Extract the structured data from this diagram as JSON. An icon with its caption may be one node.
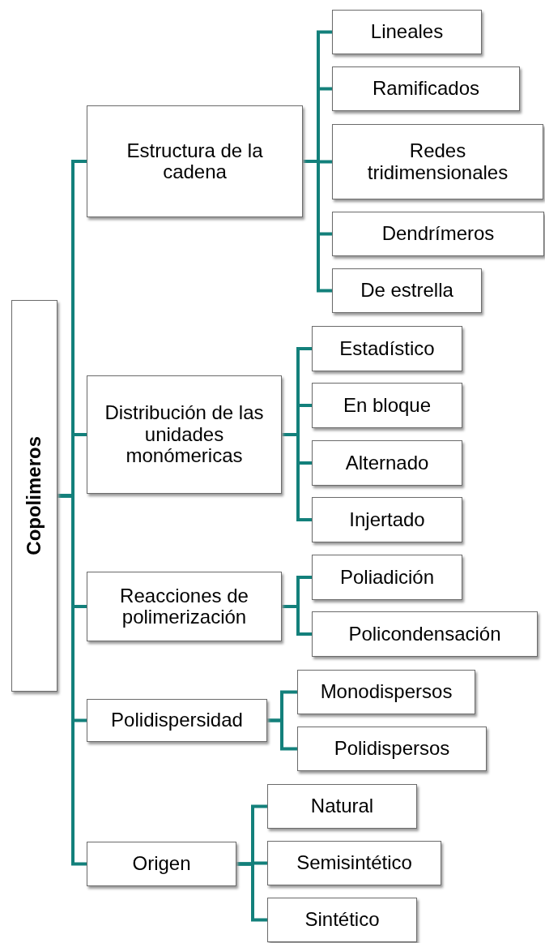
{
  "diagram": {
    "nodes": [
      {
        "text": [
          "Copolimeros"
        ]
      },
      {
        "text": [
          "Estructura de la cadena"
        ]
      },
      {
        "text": [
          "Lineales"
        ]
      },
      {
        "text": [
          "Ramificados"
        ]
      },
      {
        "text": [
          "Redes tridimensionales"
        ]
      },
      {
        "text": [
          "Dendrímeros"
        ]
      },
      {
        "text": [
          "De estrella"
        ]
      },
      {
        "text": [
          "Distribución de las unidades monómericas"
        ]
      },
      {
        "text": [
          "Estadístico"
        ]
      },
      {
        "text": [
          "En bloque"
        ]
      },
      {
        "text": [
          "Alternado"
        ]
      },
      {
        "text": [
          "Injertado"
        ]
      },
      {
        "text": [
          "Reacciones de polimerización"
        ]
      },
      {
        "text": [
          "Poliadición"
        ]
      },
      {
        "text": [
          "Policondensación"
        ]
      },
      {
        "text": [
          "Polidispersidad"
        ]
      },
      {
        "text": [
          "Monodispersos"
        ]
      },
      {
        "text": [
          "Polidispersos"
        ]
      },
      {
        "text": [
          "Origen"
        ]
      },
      {
        "text": [
          "Natural"
        ]
      },
      {
        "text": [
          "Semisintético"
        ]
      },
      {
        "text": [
          "Sintético"
        ]
      }
    ],
    "edges": [
      {
        "from": 0,
        "to": 1,
        "arrow": "none"
      },
      {
        "from": 0,
        "to": 7,
        "arrow": "none"
      },
      {
        "from": 0,
        "to": 12,
        "arrow": "none"
      },
      {
        "from": 0,
        "to": 15,
        "arrow": "none"
      },
      {
        "from": 0,
        "to": 18,
        "arrow": "none"
      },
      {
        "from": 1,
        "to": 2,
        "arrow": "none"
      },
      {
        "from": 1,
        "to": 3,
        "arrow": "none"
      },
      {
        "from": 1,
        "to": 4,
        "arrow": "none"
      },
      {
        "from": 1,
        "to": 5,
        "arrow": "none"
      },
      {
        "from": 1,
        "to": 6,
        "arrow": "none"
      },
      {
        "from": 7,
        "to": 8,
        "arrow": "none"
      },
      {
        "from": 7,
        "to": 9,
        "arrow": "none"
      },
      {
        "from": 7,
        "to": 10,
        "arrow": "none"
      },
      {
        "from": 7,
        "to": 11,
        "arrow": "none"
      },
      {
        "from": 12,
        "to": 13,
        "arrow": "none"
      },
      {
        "from": 12,
        "to": 14,
        "arrow": "none"
      },
      {
        "from": 15,
        "to": 16,
        "arrow": "none"
      },
      {
        "from": 15,
        "to": 17,
        "arrow": "none"
      },
      {
        "from": 18,
        "to": 19,
        "arrow": "none"
      },
      {
        "from": 18,
        "to": 20,
        "arrow": "none"
      },
      {
        "from": 18,
        "to": 21,
        "arrow": "none"
      }
    ]
  }
}
